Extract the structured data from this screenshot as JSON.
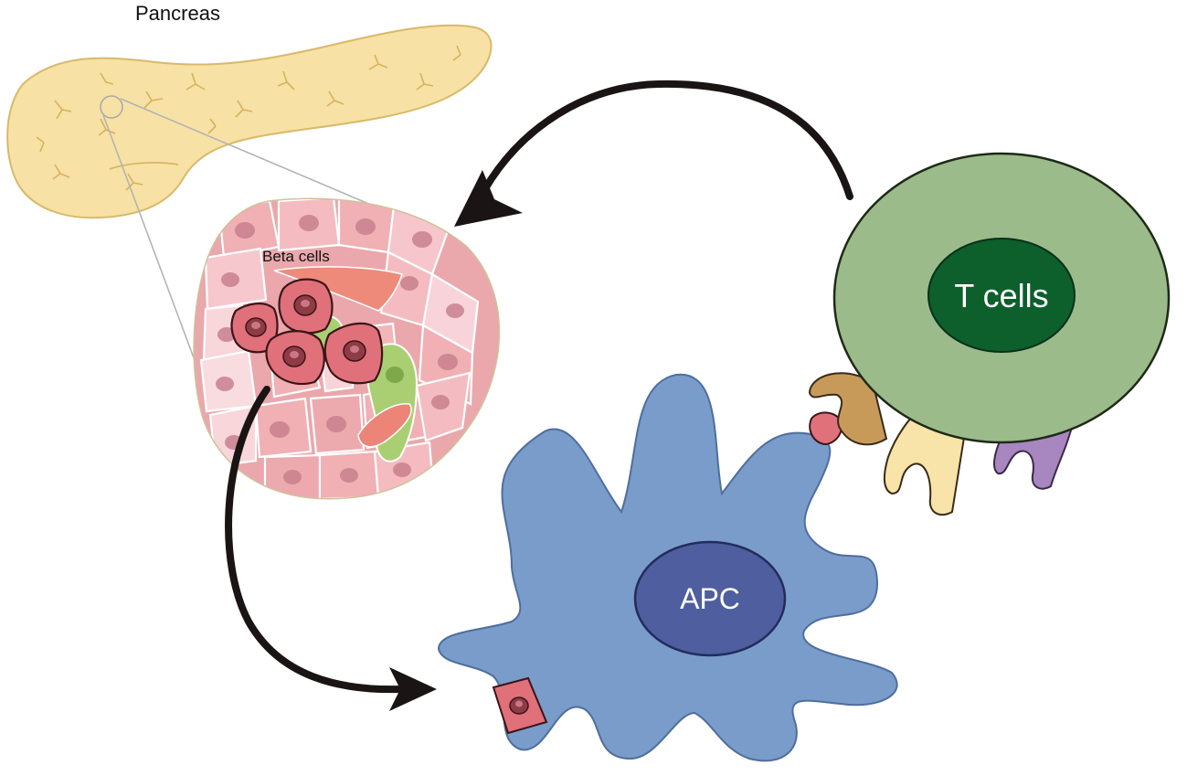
{
  "labels": {
    "pancreas": "Pancreas",
    "beta_cells": "Beta cells",
    "t_cells": "T cells",
    "apc": "APC"
  },
  "colors": {
    "pancreas_fill": "#f7e1a4",
    "pancreas_stroke": "#d9b96a",
    "islet_rim": "#f3ecd2",
    "cell_pink": "#f2b6b8",
    "cell_pink_light": "#f8d4da",
    "beta_cell": "#e0707a",
    "beta_nucleus": "#8e3b45",
    "green_cell": "#a9cf72",
    "t_cell_outer": "#9bbb8a",
    "t_cell_nucleus": "#0d5f2c",
    "receptor_tan": "#c89a5a",
    "receptor_cream": "#f8e3a8",
    "receptor_purple": "#a886c0",
    "apc_body": "#7a9cca",
    "apc_nucleus": "#4e5e9e",
    "arrow": "#1a1414"
  }
}
